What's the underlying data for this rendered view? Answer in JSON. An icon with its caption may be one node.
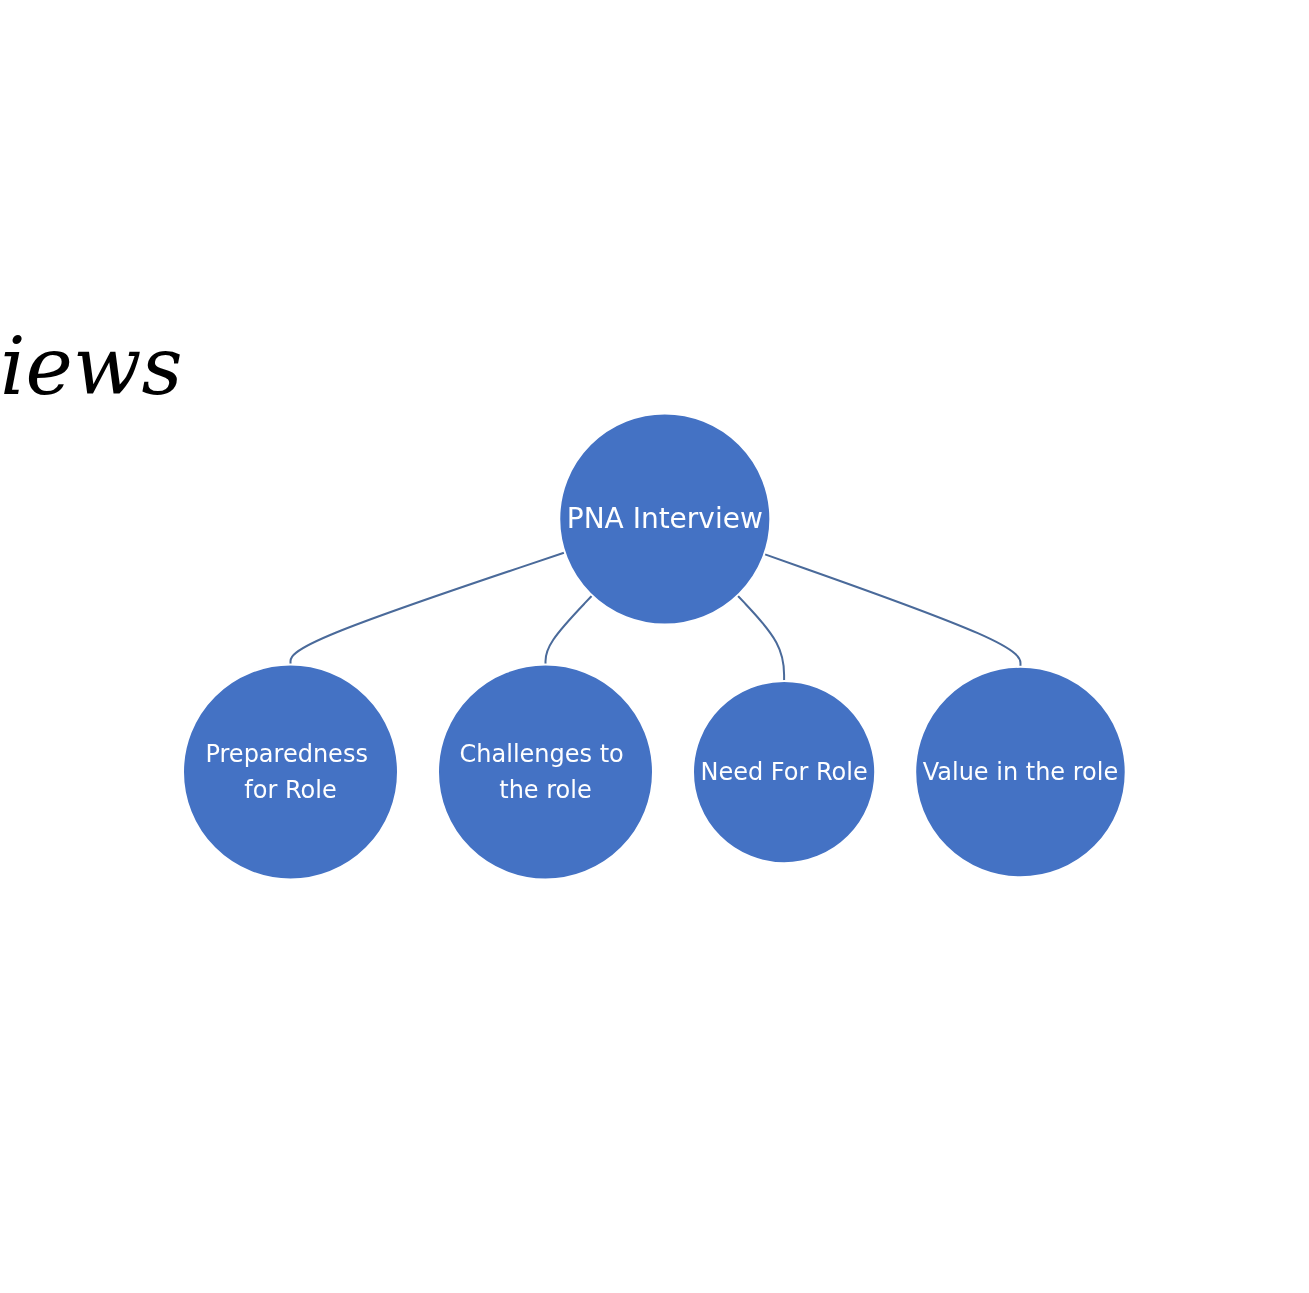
{
  "diagram": {
    "nodes": [
      {
        "text": [
          "Preparedness for Role"
        ]
      },
      {
        "text": [
          "Challenges to the role"
        ]
      },
      {
        "text": [
          "PNA Interview"
        ]
      },
      {
        "text": [
          "Need For Role"
        ]
      },
      {
        "text": [
          "Value in the role"
        ]
      }
    ],
    "edges": [
      {
        "from": 2,
        "to": 0,
        "arrow": "none"
      },
      {
        "from": 2,
        "to": 1,
        "arrow": "none"
      },
      {
        "from": 2,
        "to": 3,
        "arrow": "none"
      },
      {
        "from": 2,
        "to": 4,
        "arrow": "none"
      }
    ],
    "labels": [
      "iews"
    ]
  }
}
